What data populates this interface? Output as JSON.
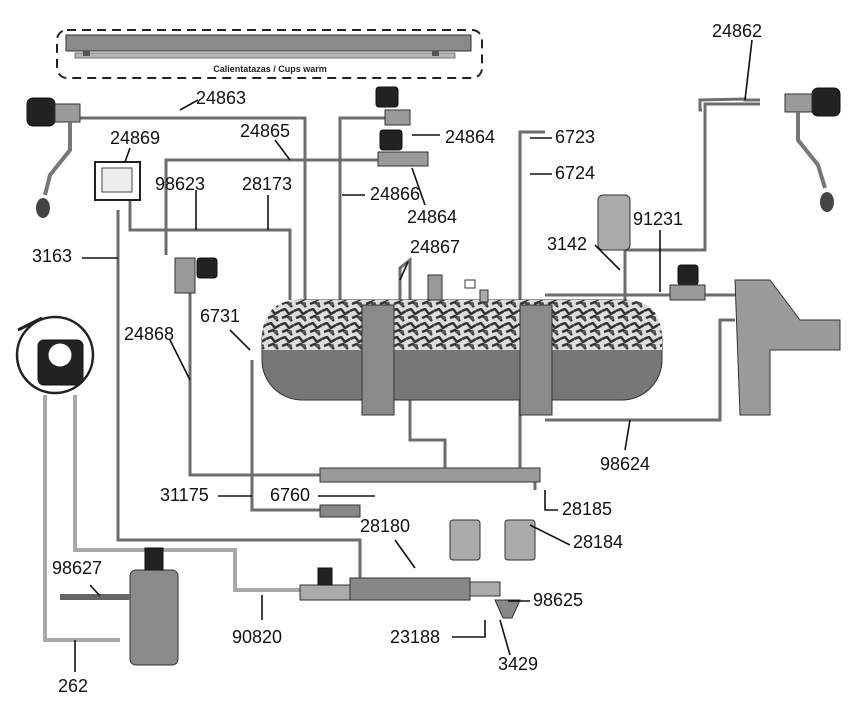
{
  "cup_warmer": {
    "caption": "Calientatazas / Cups warm"
  },
  "labels": {
    "l24862": "24862",
    "l24863": "24863",
    "l24869": "24869",
    "l24865": "24865",
    "l24864a": "24864",
    "l6723": "6723",
    "l6724": "6724",
    "l98623": "98623",
    "l28173": "28173",
    "l24866": "24866",
    "l24864b": "24864",
    "l24867": "24867",
    "l3142": "3142",
    "l91231": "91231",
    "l3163": "3163",
    "l6731": "6731",
    "l24868": "24868",
    "l98624": "98624",
    "l31175": "31175",
    "l6760": "6760",
    "l28185": "28185",
    "l28180": "28180",
    "l28184": "28184",
    "l98627": "98627",
    "l98625": "98625",
    "l90820": "90820",
    "l23188": "23188",
    "l3429": "3429",
    "l262": "262"
  }
}
